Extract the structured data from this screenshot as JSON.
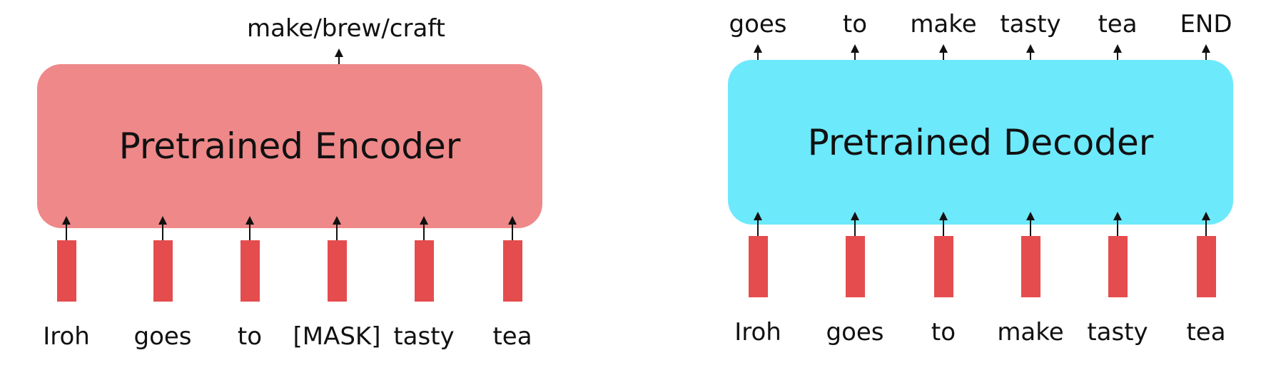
{
  "colors": {
    "encoder_box": "#ee8889",
    "decoder_box": "#6de9fc",
    "token_bar": "#e54c4e",
    "text": "#111111"
  },
  "encoder": {
    "title": "Pretrained Encoder",
    "prediction": "make/brew/craft",
    "inputs": [
      "Iroh",
      "goes",
      "to",
      "[MASK]",
      "tasty",
      "tea"
    ]
  },
  "decoder": {
    "title": "Pretrained Decoder",
    "outputs": [
      "goes",
      "to",
      "make",
      "tasty",
      "tea",
      "END"
    ],
    "inputs": [
      "Iroh",
      "goes",
      "to",
      "make",
      "tasty",
      "tea"
    ]
  }
}
